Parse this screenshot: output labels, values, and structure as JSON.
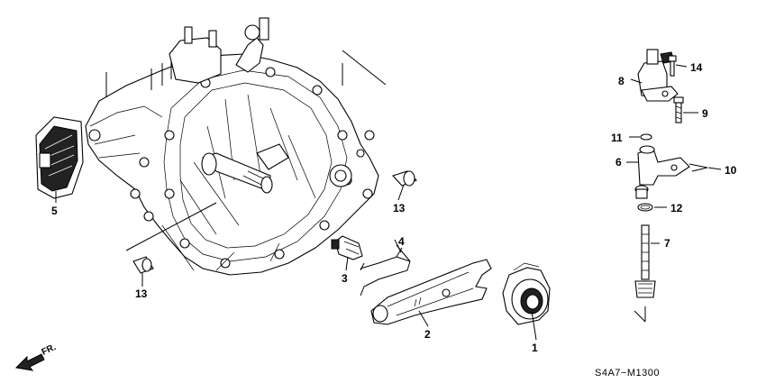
{
  "diagram": {
    "code": "S4A7−M1300",
    "direction": "FR.",
    "callouts": [
      {
        "id": "c1",
        "label": "1"
      },
      {
        "id": "c2",
        "label": "2"
      },
      {
        "id": "c3",
        "label": "3"
      },
      {
        "id": "c4",
        "label": "4"
      },
      {
        "id": "c5",
        "label": "5"
      },
      {
        "id": "c6",
        "label": "6"
      },
      {
        "id": "c7",
        "label": "7"
      },
      {
        "id": "c8",
        "label": "8"
      },
      {
        "id": "c9",
        "label": "9"
      },
      {
        "id": "c10",
        "label": "10"
      },
      {
        "id": "c11",
        "label": "11"
      },
      {
        "id": "c12",
        "label": "12"
      },
      {
        "id": "c13a",
        "label": "13"
      },
      {
        "id": "c13b",
        "label": "13"
      },
      {
        "id": "c14",
        "label": "14"
      }
    ]
  }
}
